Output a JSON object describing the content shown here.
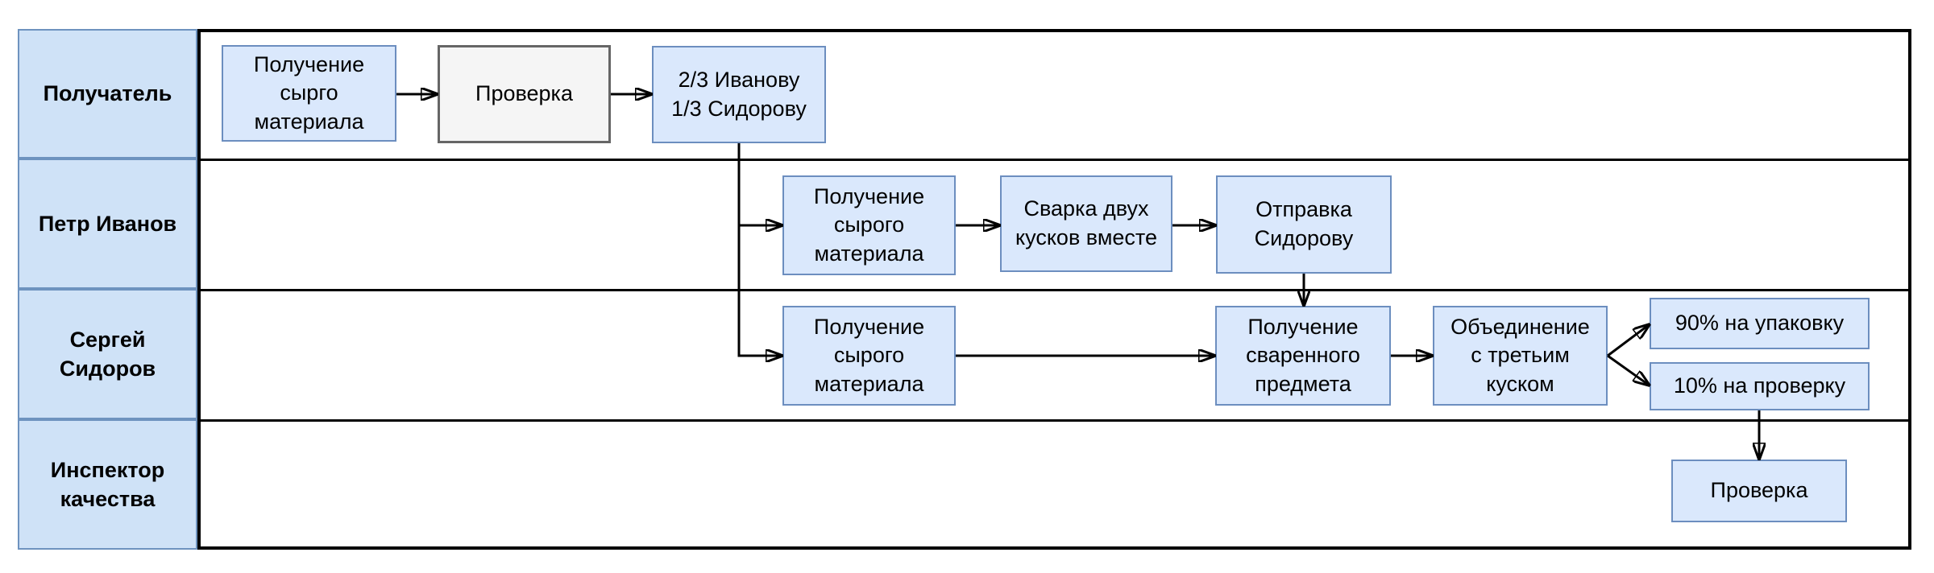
{
  "diagram": {
    "type": "swimlane-flowchart",
    "colors": {
      "node_fill": "#dae8fc",
      "node_border": "#6c8ebf",
      "lane_header_fill": "#cfe2f7",
      "lane_header_border": "#6e93bf",
      "neutral_node_fill": "#f5f5f5",
      "neutral_node_border": "#666666",
      "line": "#000000",
      "background": "#ffffff"
    },
    "lanes": [
      {
        "label": "Получатель"
      },
      {
        "label": "Петр Иванов"
      },
      {
        "label": "Сергей\nСидоров"
      },
      {
        "label": "Инспектор\nкачества"
      }
    ],
    "nodes": [
      {
        "lane": "Получатель",
        "label": "Получение\nсырго\nматериала"
      },
      {
        "lane": "Получатель",
        "label": "Проверка"
      },
      {
        "lane": "Получатель",
        "label": "2/3 Иванову\n1/3 Сидорову"
      },
      {
        "lane": "Петр Иванов",
        "label": "Получение\nсырого\nматериала"
      },
      {
        "lane": "Петр Иванов",
        "label": "Сварка двух\nкусков вместе"
      },
      {
        "lane": "Петр Иванов",
        "label": "Отправка\nСидорову"
      },
      {
        "lane": "Сергей Сидоров",
        "label": "Получение\nсырого\nматериала"
      },
      {
        "lane": "Сергей Сидоров",
        "label": "Получение\nсваренного\nпредмета"
      },
      {
        "lane": "Сергей Сидоров",
        "label": "Объединение\nс третьим\nкуском"
      },
      {
        "lane": "Сергей Сидоров",
        "label": "90% на упаковку"
      },
      {
        "lane": "Сергей Сидоров",
        "label": "10% на проверку"
      },
      {
        "lane": "Инспектор качества",
        "label": "Проверка"
      }
    ]
  }
}
